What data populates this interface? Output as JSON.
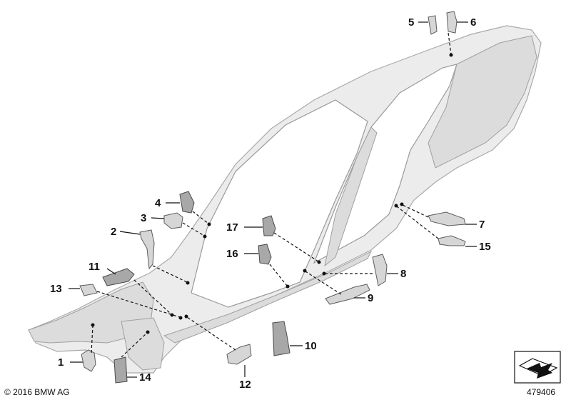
{
  "copyright": "© 2016 BMW AG",
  "document_number": "479406",
  "icon": "navigation-arrow-icon",
  "callouts": [
    {
      "id": "1",
      "text": "1"
    },
    {
      "id": "2",
      "text": "2"
    },
    {
      "id": "3",
      "text": "3"
    },
    {
      "id": "4",
      "text": "4"
    },
    {
      "id": "5",
      "text": "5"
    },
    {
      "id": "6",
      "text": "6"
    },
    {
      "id": "7",
      "text": "7"
    },
    {
      "id": "8",
      "text": "8"
    },
    {
      "id": "9",
      "text": "9"
    },
    {
      "id": "10",
      "text": "10"
    },
    {
      "id": "11",
      "text": "11"
    },
    {
      "id": "12",
      "text": "12"
    },
    {
      "id": "13",
      "text": "13"
    },
    {
      "id": "14",
      "text": "14"
    },
    {
      "id": "15",
      "text": "15"
    },
    {
      "id": "16",
      "text": "16"
    },
    {
      "id": "17",
      "text": "17"
    }
  ]
}
